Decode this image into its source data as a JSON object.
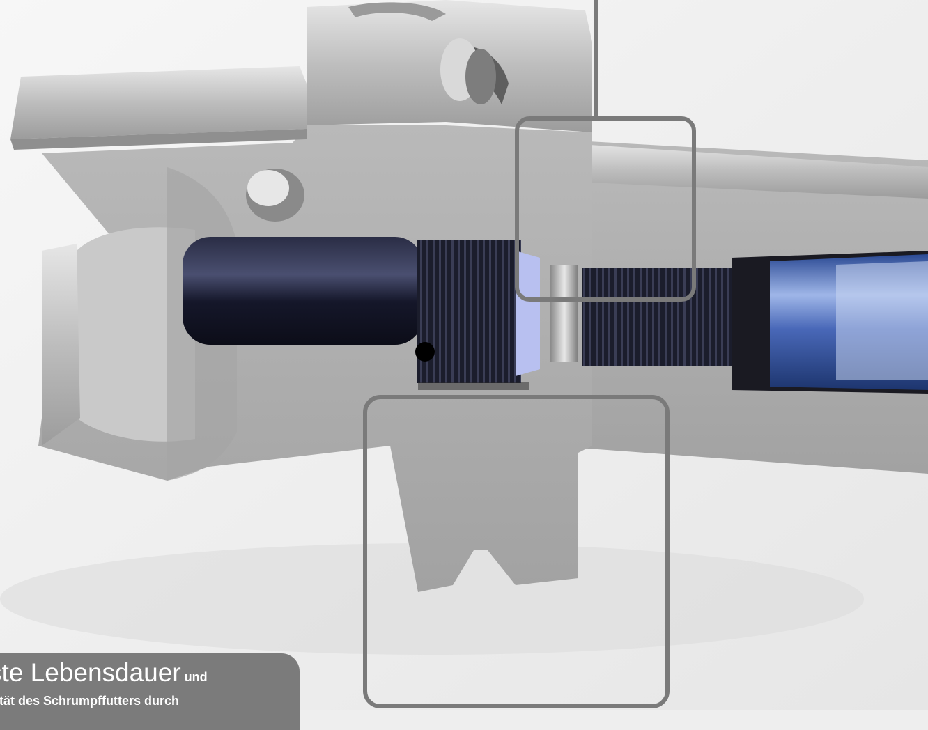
{
  "caption": {
    "line1_large": "ste Lebensdauer",
    "line1_small": " und",
    "line2": "ilität des Schrumpffutters durch"
  },
  "colors": {
    "background": "#eeeeee",
    "steel": "#b7b7b7",
    "steel_cut_face": "#a9a9a9",
    "bolt_dark": "#1c1e2e",
    "tool_blue": "#3f5fae",
    "highlight_frame": "#7a7a7a",
    "caption_box": "#7b7b7b"
  },
  "icons": [
    "tool-holder-cross-section",
    "pull-stud",
    "clamping-nut",
    "cutting-tool-shank"
  ]
}
